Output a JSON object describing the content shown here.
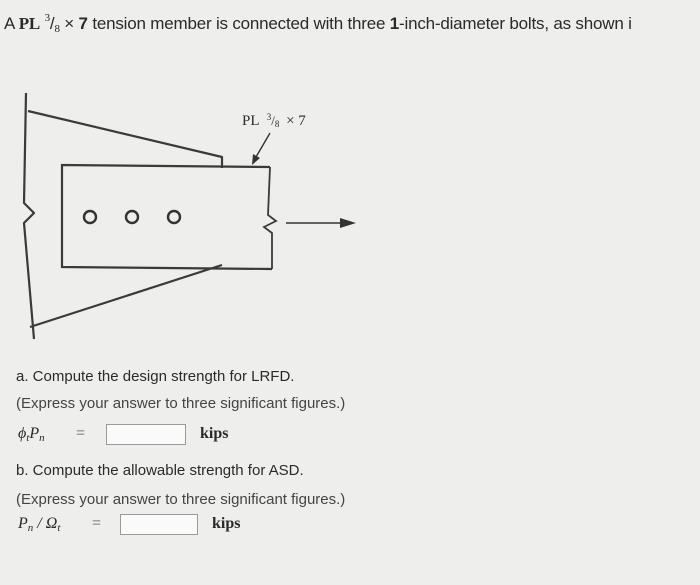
{
  "problem": {
    "prefix": "A",
    "plate_label": "PL",
    "thick_num": "3",
    "thick_den": "8",
    "times": "×",
    "width": "7",
    "text_mid": "tension member is connected with three",
    "bolt_diameter": "1",
    "text_end": "-inch-diameter bolts, as shown i"
  },
  "figure": {
    "callout_prefix": "PL",
    "callout_num": "3",
    "callout_den": "8",
    "callout_suffix": "× 7"
  },
  "part_a": {
    "title": "a. Compute the design strength for LRFD.",
    "instruction": "(Express your answer to three significant figures.)",
    "symbol_phi": "ϕ",
    "symbol_t": "t",
    "symbol_P": "P",
    "symbol_n": "n",
    "equals": "=",
    "value": "",
    "unit": "kips"
  },
  "part_b": {
    "title": "b. Compute the allowable strength for ASD.",
    "instruction": "(Express your answer to three significant figures.)",
    "symbol_P": "P",
    "symbol_n": "n",
    "slash": "/",
    "symbol_omega": "Ω",
    "symbol_t": "t",
    "equals": "=",
    "value": "",
    "unit": "kips"
  }
}
